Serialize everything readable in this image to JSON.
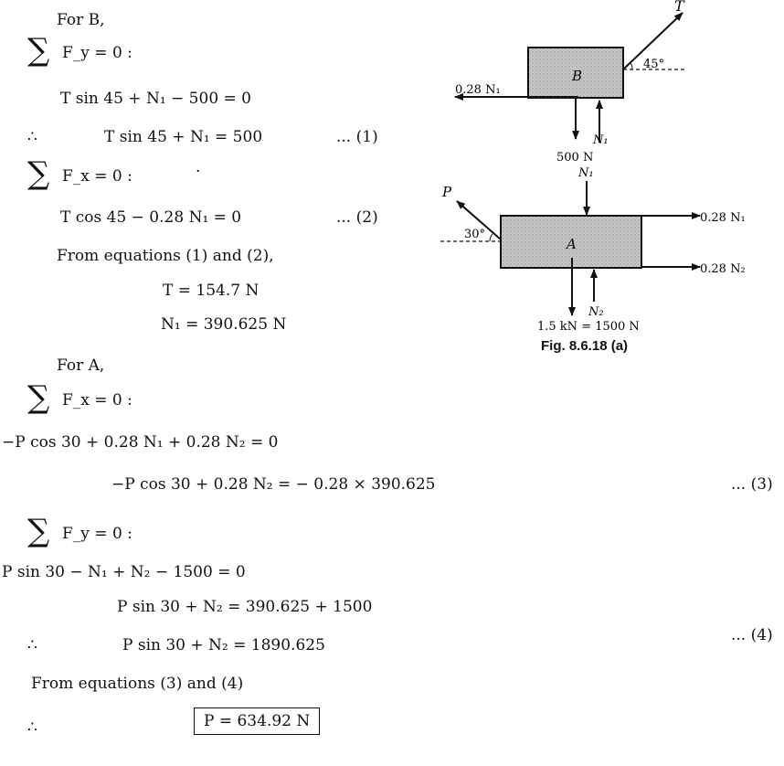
{
  "lines": {
    "l1": "For B,",
    "l2_eq": "F_y = 0 :",
    "l3": "T sin 45 + N₁ − 500  =  0",
    "l4_therefore": "∴",
    "l4": "T sin 45 + N₁  =  500",
    "l4_tag": "... (1)",
    "l5_eq": "F_x = 0 :",
    "l5_dot": "·",
    "l6": "T cos 45 − 0.28 N₁  =  0",
    "l6_tag": "... (2)",
    "l7": "From equations (1) and (2),",
    "l8": "T  =  154.7 N",
    "l9": "N₁  =  390.625 N",
    "l10": "For A,",
    "l11_eq": "F_x = 0 :",
    "l12": "−P cos 30 + 0.28 N₁ + 0.28 N₂ = 0",
    "l13": "−P cos 30 + 0.28 N₂ = − 0.28 × 390.625",
    "l13_tag": "... (3)",
    "l14_eq": "F_y = 0 :",
    "l15": "P sin 30 − N₁ + N₂ − 1500  =  0",
    "l16": "P sin 30  +  N₂  =  390.625 + 1500",
    "l17_therefore": "∴",
    "l17": "P sin 30 + N₂  =  1890.625",
    "l17_tag": "... (4)",
    "l18": "From equations (3) and (4)",
    "l19_therefore": "∴",
    "l19": "P  =  634.92 N"
  },
  "figure": {
    "block_b": "B",
    "block_a": "A",
    "t_label": "T",
    "angle_45": "45°",
    "friction_b": "0.28 N₁",
    "weight_b": "500 N",
    "n1_b": "N₁",
    "n1_a": "N₁",
    "p_label": "P",
    "angle_30": "30°",
    "friction_a1": "0.28 N₁",
    "friction_a2": "0.28 N₂",
    "n2_a": "N₂",
    "weight_a": "1.5 kN = 1500 N",
    "caption": "Fig. 8.6.18 (a)"
  }
}
